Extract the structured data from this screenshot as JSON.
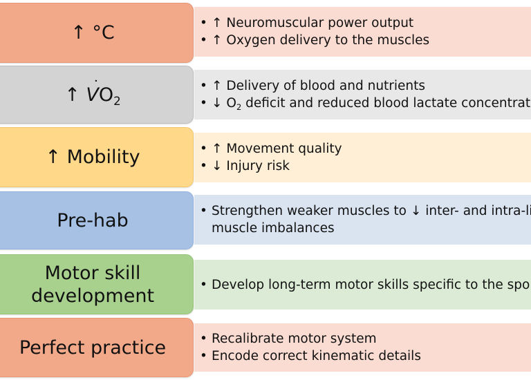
{
  "rows": [
    {
      "label": "↑ °C",
      "color": "#f2a98a",
      "bullets": [
        "↑ Neuromuscular power output",
        "↑ Oxygen delivery to the muscles"
      ]
    },
    {
      "label_prefix": "↑ ",
      "label_v": "V",
      "label_dot": "˙",
      "label_o": "O",
      "label_sub": "2",
      "color": "#d3d3d3",
      "bullets": [
        "↑ Delivery of blood and nutrients"
      ],
      "bullet2_prefix": "↓ O",
      "bullet2_sub": "2",
      "bullet2_suffix": " deficit and reduced blood lactate concentrati"
    },
    {
      "label": "↑ Mobility",
      "color": "#ffd88a",
      "bullets": [
        "↑ Movement quality",
        "↓ Injury risk"
      ]
    },
    {
      "label": "Pre-hab",
      "color": "#a6c1e4",
      "bullets": [
        "Strengthen weaker muscles to ↓ inter- and intra-li muscle imbalances"
      ]
    },
    {
      "label": "Motor skill development",
      "color": "#a9d18e",
      "bullets": [
        "Develop long-term motor skills specific to the spor"
      ]
    },
    {
      "label": "Perfect practice",
      "color": "#f2a98a",
      "bullets": [
        "Recalibrate motor system",
        "Encode correct kinematic details"
      ]
    }
  ],
  "bullet_char": "•"
}
